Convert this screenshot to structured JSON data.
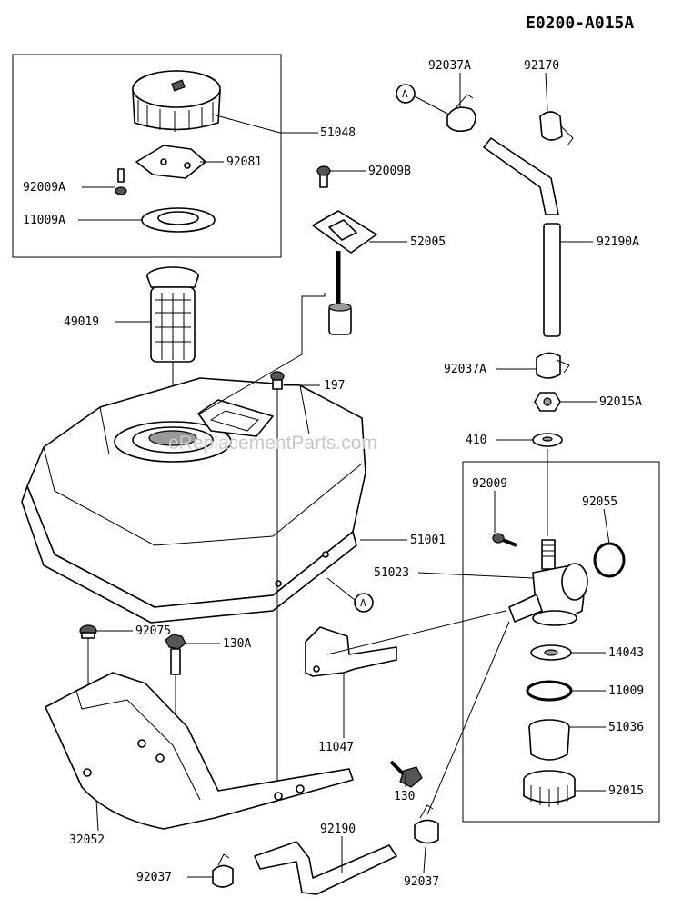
{
  "diagram_code": "E0200-A015A",
  "watermark": "eReplacementParts.com",
  "callout_letter": "A",
  "part_numbers": {
    "p51048": "51048",
    "p92081": "92081",
    "p92009A": "92009A",
    "p11009A": "11009A",
    "p92009B": "92009B",
    "p52005": "52005",
    "p49019": "49019",
    "p197": "197",
    "p51001": "51001",
    "p92037A_top": "92037A",
    "p92170": "92170",
    "p92190A": "92190A",
    "p92037A_mid": "92037A",
    "p92015A": "92015A",
    "p410": "410",
    "p92009": "92009",
    "p92055": "92055",
    "p51023": "51023",
    "p14043": "14043",
    "p11009": "11009",
    "p51036": "51036",
    "p92015": "92015",
    "p92075": "92075",
    "p130A": "130A",
    "p11047": "11047",
    "p130": "130",
    "p32052": "32052",
    "p92190": "92190",
    "p92037_left": "92037",
    "p92037_right": "92037"
  }
}
